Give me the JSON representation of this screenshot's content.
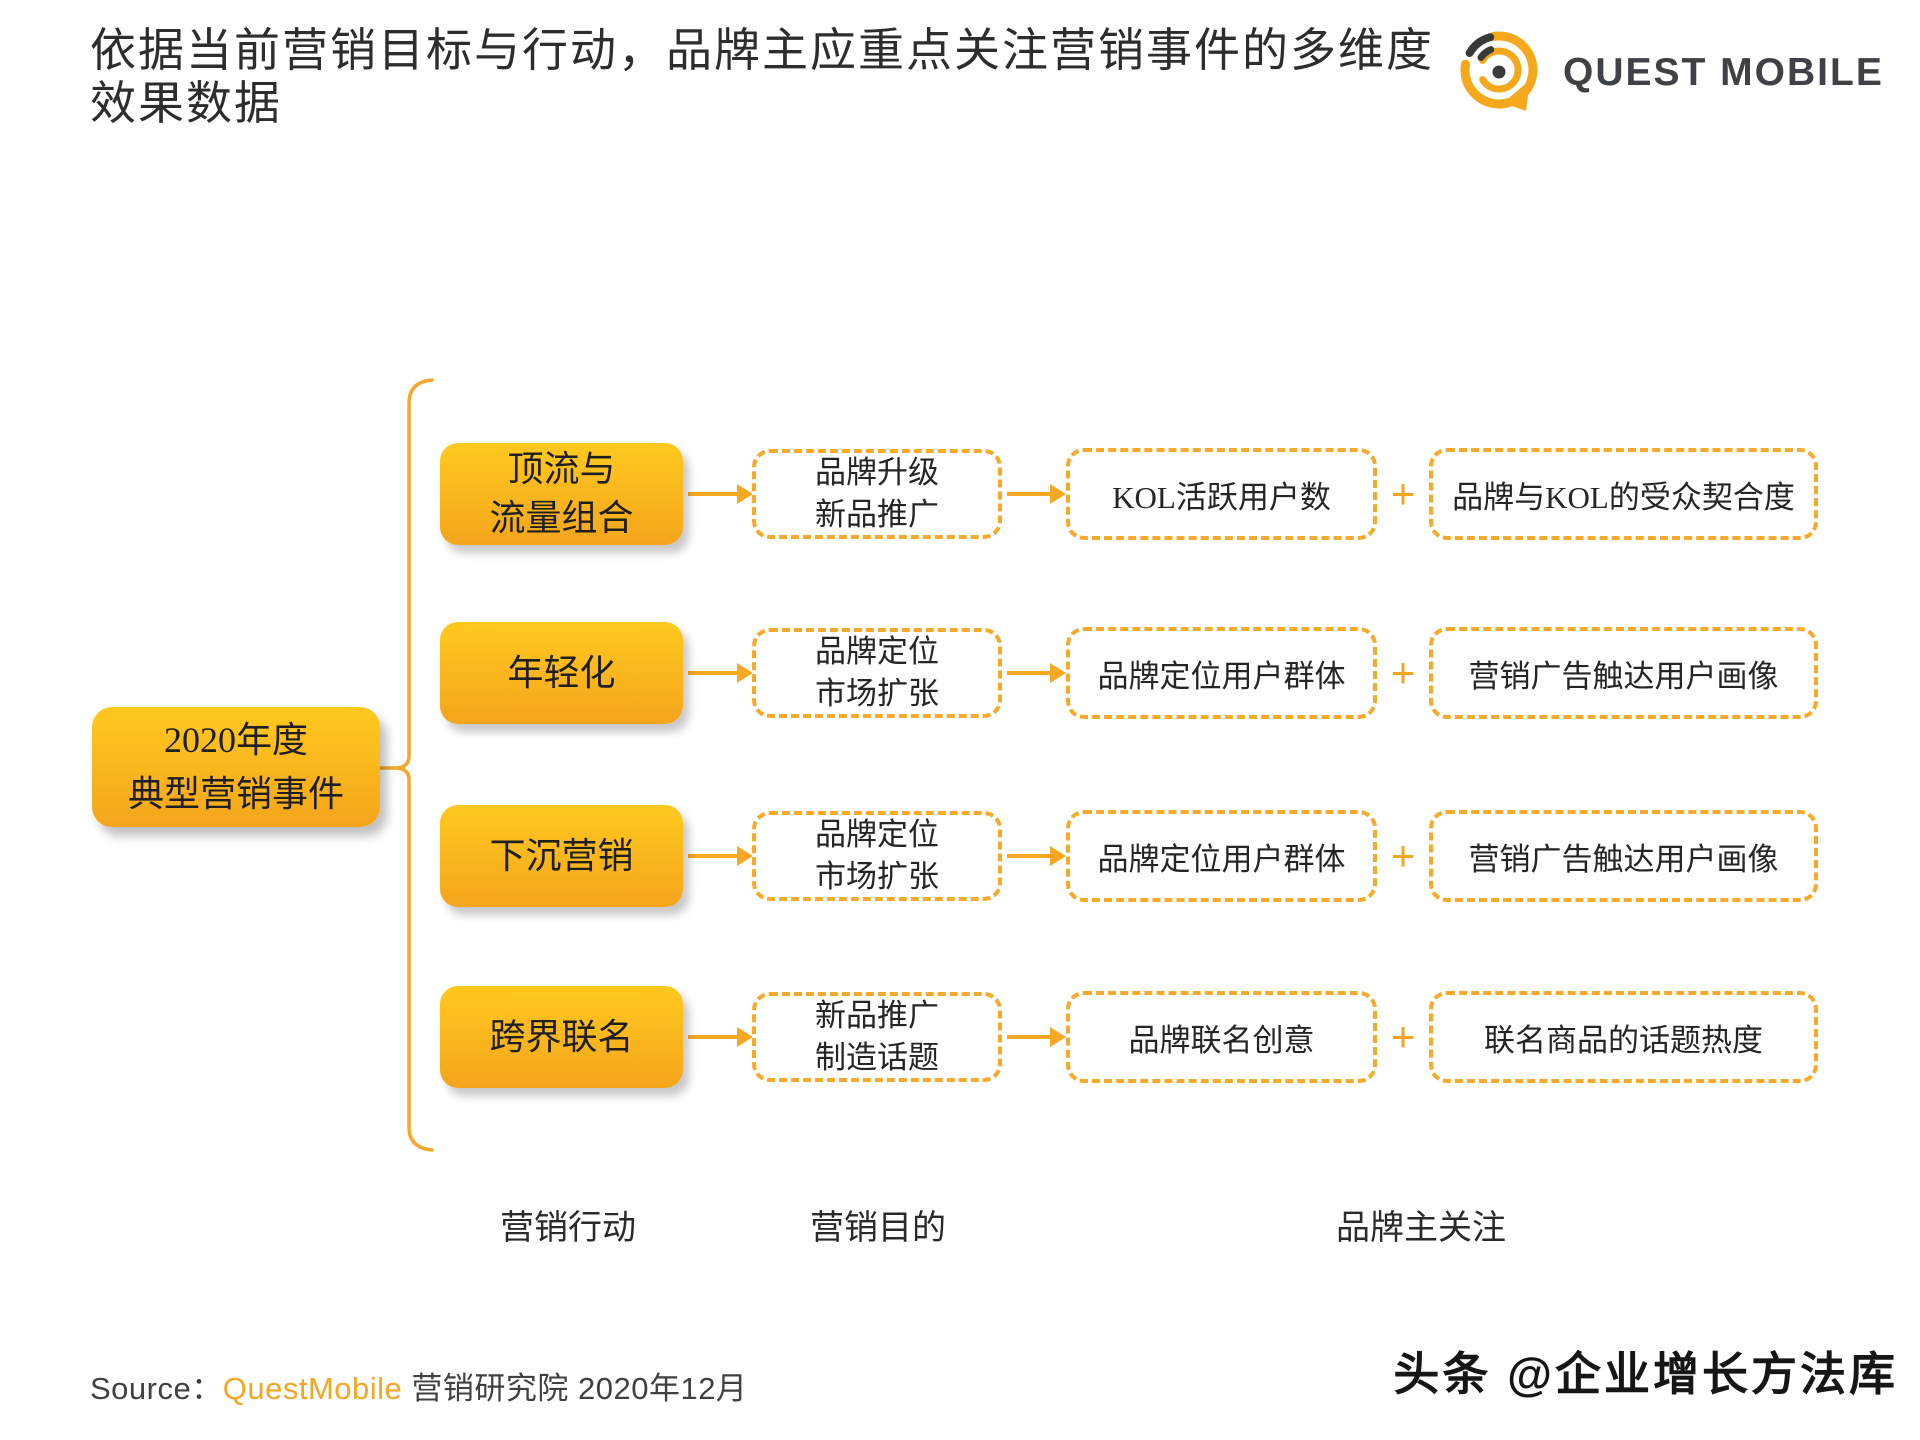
{
  "title": "依据当前营销目标与行动，品牌主应重点关注营销事件的多维度效果数据",
  "logo": {
    "brand": "QUEST MOBILE"
  },
  "root_node": {
    "text": "2020年度\n典型营销事件"
  },
  "rows": [
    {
      "action": "顶流与\n流量组合",
      "purpose": "品牌升级\n新品推广",
      "metric1": "KOL活跃用户数",
      "plus": "+",
      "metric2": "品牌与KOL的受众契合度"
    },
    {
      "action": "年轻化",
      "purpose": "品牌定位\n市场扩张",
      "metric1": "品牌定位用户群体",
      "plus": "+",
      "metric2": "营销广告触达用户画像"
    },
    {
      "action": "下沉营销",
      "purpose": "品牌定位\n市场扩张",
      "metric1": "品牌定位用户群体",
      "plus": "+",
      "metric2": "营销广告触达用户画像"
    },
    {
      "action": "跨界联名",
      "purpose": "新品推广\n制造话题",
      "metric1": "品牌联名创意",
      "plus": "+",
      "metric2": "联名商品的话题热度"
    }
  ],
  "column_labels": {
    "actions": "营销行动",
    "purpose": "营销目的",
    "focus": "品牌主关注"
  },
  "source": {
    "prefix": "Source：",
    "brand": "QuestMobile",
    "suffix": " 营销研究院 2020年12月"
  },
  "watermark": "头条 @企业增长方法库",
  "colors": {
    "accent": "#F7A929",
    "box_gradient_top": "#FFC91E",
    "box_gradient_bottom": "#F3A51D",
    "logo_gray": "#3e4246",
    "text_dark": "#2d2d2d"
  }
}
